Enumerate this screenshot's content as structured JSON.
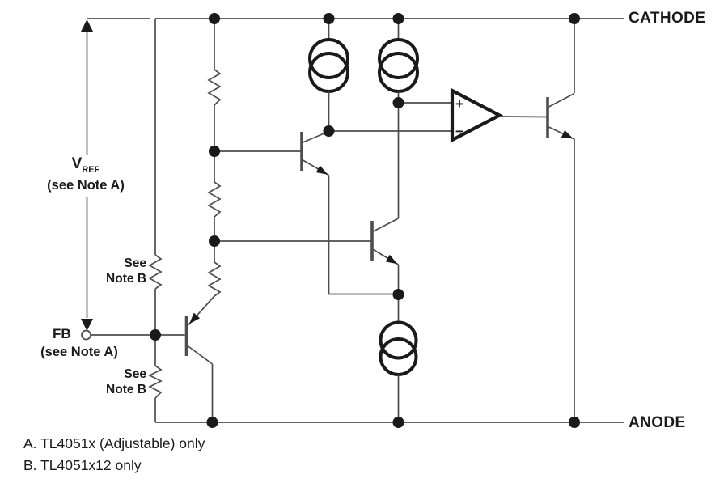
{
  "terminals": {
    "cathode": "CATHODE",
    "anode": "ANODE",
    "fb": "FB"
  },
  "vref": {
    "symbol": "V",
    "subscript": "REF",
    "note": "(see Note A)"
  },
  "fb": {
    "note": "(see Note A)"
  },
  "resistor_note": {
    "line1": "See",
    "line2": "Note B"
  },
  "opamp": {
    "plus": "+",
    "minus": "−"
  },
  "notes": [
    "A. TL4051x (Adjustable) only",
    "B. TL4051x12 only"
  ],
  "colors": {
    "wire": "#4d4d4d",
    "symbol": "#1a1a1a",
    "text": "#1a1a1a",
    "background": "#ffffff"
  }
}
